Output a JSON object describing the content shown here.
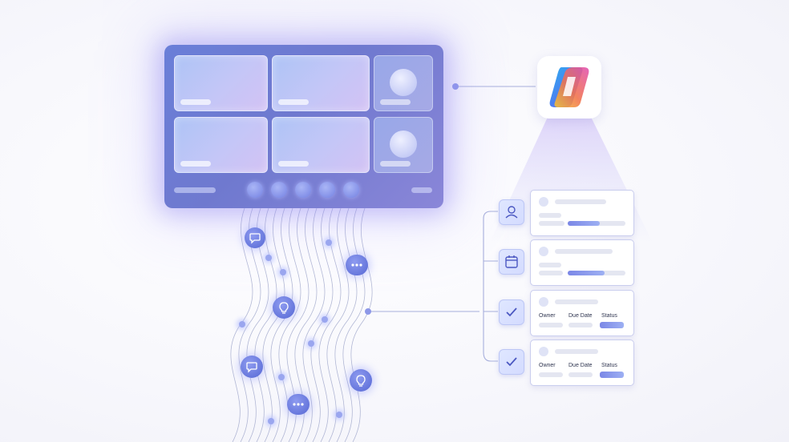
{
  "meeting_window": {
    "tiles": [
      "video-tile-1",
      "video-tile-2",
      "video-tile-3",
      "video-tile-4"
    ],
    "side_tiles": [
      "participant-1",
      "participant-2"
    ],
    "control_dots": 5
  },
  "copilot": {
    "icon": "copilot-logo"
  },
  "cards": [
    {
      "icon": "person-icon",
      "type": "progress",
      "progress": 0.55
    },
    {
      "icon": "calendar-icon",
      "type": "progress",
      "progress": 0.6
    },
    {
      "icon": "check-icon",
      "type": "table",
      "owner_label": "Owner",
      "due_label": "Due Date",
      "status_label": "Status"
    },
    {
      "icon": "check-icon",
      "type": "table",
      "owner_label": "Owner",
      "due_label": "Due Date",
      "status_label": "Status"
    }
  ],
  "stream_icons": [
    "chat-icon",
    "more-icon",
    "bulb-icon",
    "chat-icon",
    "bulb-icon",
    "more-icon"
  ],
  "colors": {
    "accent": "#6f79cf",
    "glow": "#b0b6ff",
    "card_border": "#c9cdee"
  }
}
